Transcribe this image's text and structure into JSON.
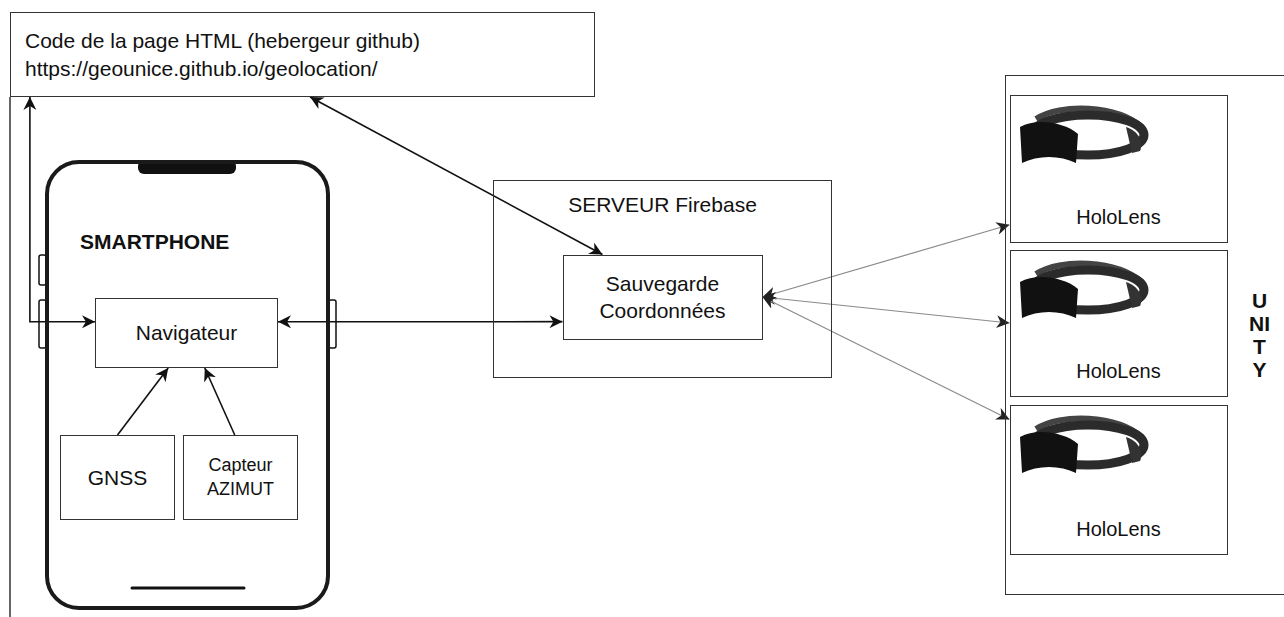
{
  "diagram": {
    "nodes": [
      {
        "text": [
          "Code de la page HTML (hebergeur github)",
          "https://geounice.github.io/geolocation/"
        ]
      },
      {
        "text": [
          "SMARTPHONE"
        ]
      },
      {
        "text": [
          "Navigateur"
        ],
        "in": 1
      },
      {
        "text": [
          "GNSS"
        ],
        "in": 1
      },
      {
        "text": [
          "Capteur AZIMUT"
        ],
        "in": 1
      },
      {
        "text": [
          "SERVEUR Firebase"
        ]
      },
      {
        "text": [
          "Sauvegarde Coordonnées"
        ],
        "in": 5
      },
      {
        "text": [
          "UNITY"
        ]
      },
      {
        "text": [
          "HoloLens"
        ],
        "in": 7
      },
      {
        "text": [
          "HoloLens"
        ],
        "in": 7
      },
      {
        "text": [
          "HoloLens"
        ],
        "in": 7
      }
    ],
    "edges": [
      {
        "from": 3,
        "to": 2,
        "arrow": "to"
      },
      {
        "from": 4,
        "to": 2,
        "arrow": "to"
      },
      {
        "from": 2,
        "to": 6,
        "arrow": "both"
      },
      {
        "from": 0,
        "to": 2,
        "arrow": "both"
      },
      {
        "from": 0,
        "to": 6,
        "arrow": "both"
      },
      {
        "from": 6,
        "to": 8,
        "arrow": "both"
      },
      {
        "from": 6,
        "to": 9,
        "arrow": "both"
      },
      {
        "from": 6,
        "to": 10,
        "arrow": "both"
      }
    ]
  }
}
